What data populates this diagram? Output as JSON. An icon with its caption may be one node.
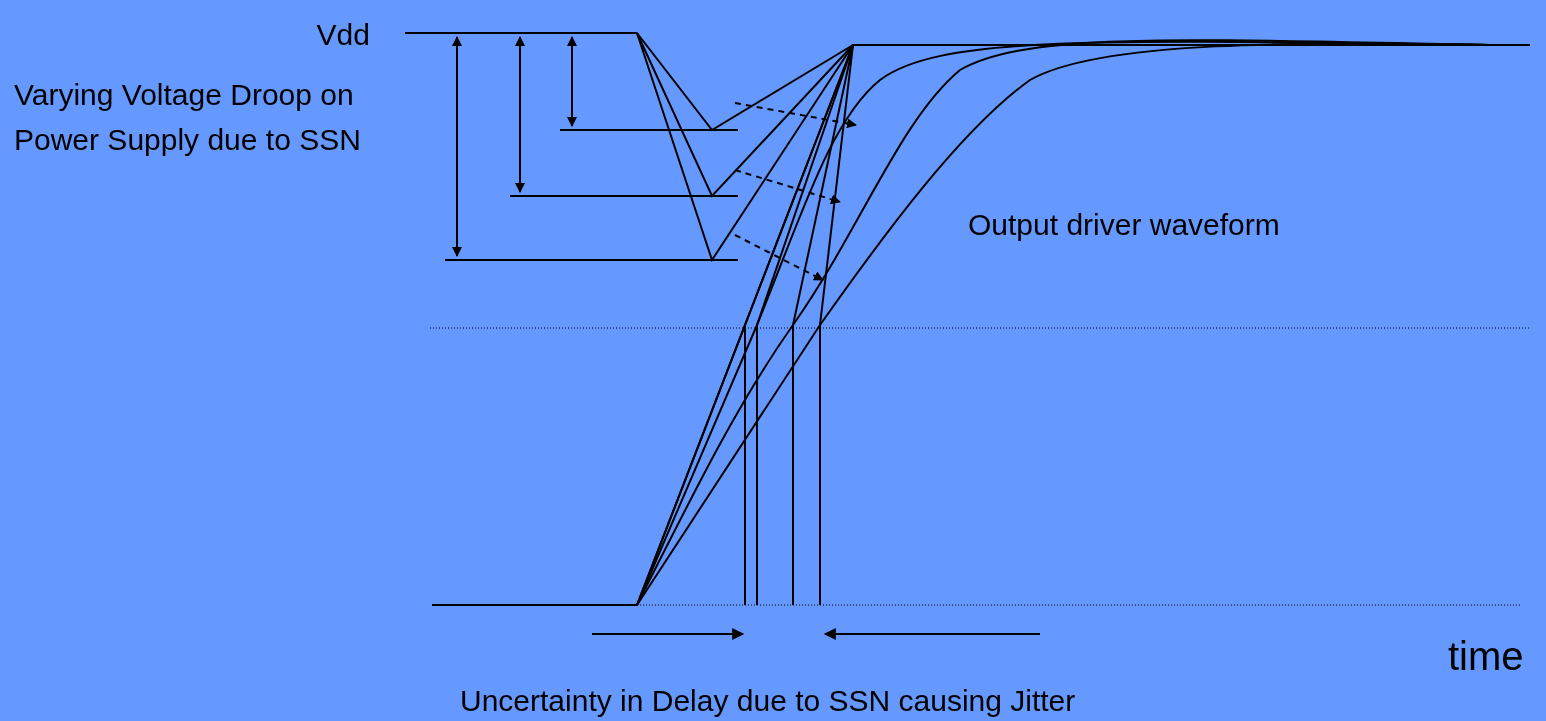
{
  "diagram": {
    "labels": [
      "Vdd",
      "Varying Voltage Droop on Power Supply due to SSN",
      "Output driver waveform",
      "time",
      "Uncertainty in Delay due to SSN causing Jitter"
    ]
  }
}
